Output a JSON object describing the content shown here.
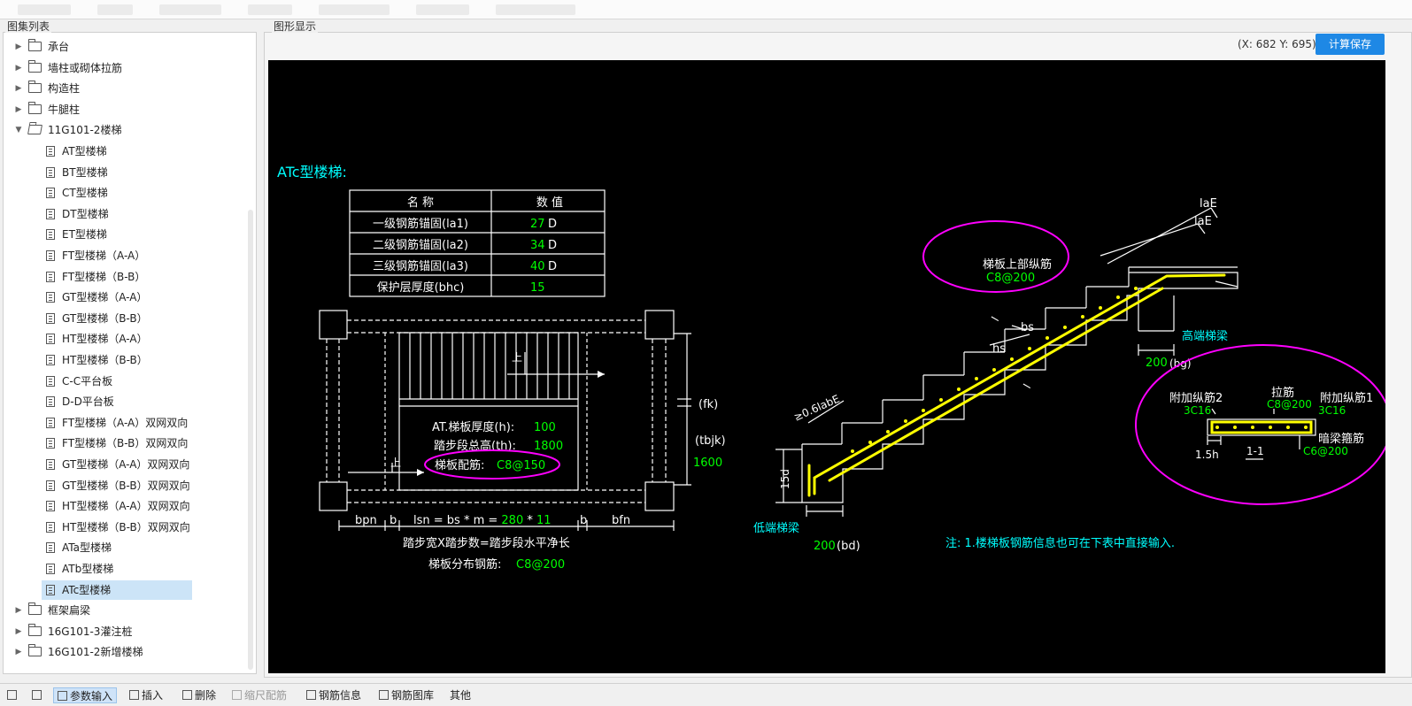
{
  "colors": {
    "accent": "#1e88e5",
    "canvas_bg": "#000000",
    "cad_cyan": "#00ffff",
    "cad_green": "#00ff00",
    "cad_white": "#ffffff",
    "cad_yellow": "#ffff00",
    "cad_magenta": "#ff00ff",
    "selection": "#cce4f7"
  },
  "left": {
    "title": "图集列表",
    "tree": [
      {
        "label": "承台",
        "type": "folder",
        "level": 0,
        "expanded": false
      },
      {
        "label": "墙柱或砌体拉筋",
        "type": "folder",
        "level": 0,
        "expanded": false
      },
      {
        "label": "构造柱",
        "type": "folder",
        "level": 0,
        "expanded": false
      },
      {
        "label": "牛腿柱",
        "type": "folder",
        "level": 0,
        "expanded": false
      },
      {
        "label": "11G101-2楼梯",
        "type": "folder",
        "level": 0,
        "expanded": true
      },
      {
        "label": "AT型楼梯",
        "type": "doc",
        "level": 1
      },
      {
        "label": "BT型楼梯",
        "type": "doc",
        "level": 1
      },
      {
        "label": "CT型楼梯",
        "type": "doc",
        "level": 1
      },
      {
        "label": "DT型楼梯",
        "type": "doc",
        "level": 1
      },
      {
        "label": "ET型楼梯",
        "type": "doc",
        "level": 1
      },
      {
        "label": "FT型楼梯（A-A）",
        "type": "doc",
        "level": 1
      },
      {
        "label": "FT型楼梯（B-B）",
        "type": "doc",
        "level": 1
      },
      {
        "label": "GT型楼梯（A-A）",
        "type": "doc",
        "level": 1
      },
      {
        "label": "GT型楼梯（B-B）",
        "type": "doc",
        "level": 1
      },
      {
        "label": "HT型楼梯（A-A）",
        "type": "doc",
        "level": 1
      },
      {
        "label": "HT型楼梯（B-B）",
        "type": "doc",
        "level": 1
      },
      {
        "label": "C-C平台板",
        "type": "doc",
        "level": 1
      },
      {
        "label": "D-D平台板",
        "type": "doc",
        "level": 1
      },
      {
        "label": "FT型楼梯（A-A）双网双向",
        "type": "doc",
        "level": 1
      },
      {
        "label": "FT型楼梯（B-B）双网双向",
        "type": "doc",
        "level": 1
      },
      {
        "label": "GT型楼梯（A-A）双网双向",
        "type": "doc",
        "level": 1
      },
      {
        "label": "GT型楼梯（B-B）双网双向",
        "type": "doc",
        "level": 1
      },
      {
        "label": "HT型楼梯（A-A）双网双向",
        "type": "doc",
        "level": 1
      },
      {
        "label": "HT型楼梯（B-B）双网双向",
        "type": "doc",
        "level": 1
      },
      {
        "label": "ATa型楼梯",
        "type": "doc",
        "level": 1
      },
      {
        "label": "ATb型楼梯",
        "type": "doc",
        "level": 1
      },
      {
        "label": "ATc型楼梯",
        "type": "doc",
        "level": 1,
        "selected": true
      },
      {
        "label": "框架扁梁",
        "type": "folder",
        "level": 0,
        "expanded": false
      },
      {
        "label": "16G101-3灌注桩",
        "type": "folder",
        "level": 0,
        "expanded": false
      },
      {
        "label": "16G101-2新增楼梯",
        "type": "folder",
        "level": 0,
        "expanded": false
      }
    ]
  },
  "right": {
    "title": "图形显示",
    "coords": "(X: 682 Y: 695)",
    "save_label": "计算保存"
  },
  "drawing": {
    "title": "ATc型楼梯:",
    "table": {
      "headers": [
        "名 称",
        "数 值"
      ],
      "rows": [
        {
          "name": "一级钢筋锚固(la1)",
          "value": "27",
          "unit": "D"
        },
        {
          "name": "二级钢筋锚固(la2)",
          "value": "34",
          "unit": "D"
        },
        {
          "name": "三级钢筋锚固(la3)",
          "value": "40",
          "unit": "D"
        },
        {
          "name": "保护层厚度(bhc)",
          "value": "15",
          "unit": ""
        }
      ]
    },
    "plan": {
      "thickness_label": "AT.梯板厚度(h):",
      "thickness_value": "100",
      "height_label": "踏步段总高(th):",
      "height_value": "1800",
      "rebar_label": "梯板配筋:",
      "rebar_value": "C8@150",
      "up1": "上",
      "up2": "上",
      "fk": "(fk)",
      "tbjk": "(tbjk)",
      "tbjk_value": "1600",
      "bpn": "bpn",
      "b1": "b",
      "lsn_prefix": "lsn = bs * m = ",
      "lsn_bs": "280",
      "lsn_star": " * ",
      "lsn_m": "11",
      "b2": "b",
      "bfn": "bfn",
      "caption1": "踏步宽X踏步数=踏步段水平净长",
      "dist_label": "梯板分布钢筋:",
      "dist_value": "C8@200"
    },
    "section": {
      "top_rebar_label": "梯板上部纵筋",
      "top_rebar_value": "C8@200",
      "lae1": "laE",
      "lae2": "laE",
      "bs": "bs",
      "hs": "hs",
      "high_beam": "高端梯梁",
      "bg_value": "200",
      "bg_label": "(bg)",
      "low_beam": "低端梯梁",
      "bd_value": "200",
      "bd_label": "(bd)",
      "labe": "≥0.6labE",
      "d15": "15d",
      "ell1": "l",
      "ell2": "l"
    },
    "detail": {
      "add2_label": "附加纵筋2",
      "add2_value": "3C16",
      "tie_label": "拉筋",
      "tie_value": "C8@200",
      "add1_label": "附加纵筋1",
      "add1_value": "3C16",
      "stirrup_label": "暗梁箍筋",
      "stirrup_value": "C6@200",
      "h_label": "1.5h",
      "sec_label": "1-1"
    },
    "note": "注: 1.楼梯板钢筋信息也可在下表中直接输入."
  },
  "bottom": {
    "items": [
      "参数输入",
      "插入",
      "删除",
      "缩尺配筋",
      "钢筋信息",
      "钢筋图库",
      "其他"
    ],
    "active_index": 0
  }
}
